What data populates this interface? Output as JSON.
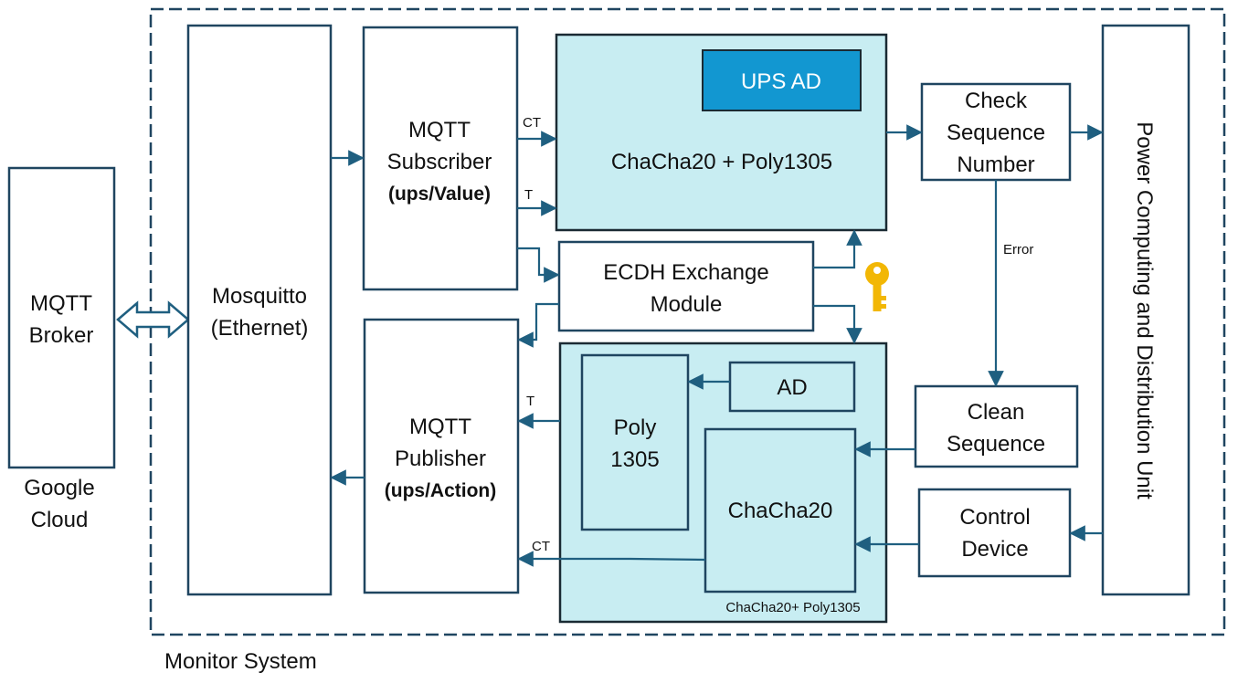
{
  "external": {
    "broker_line1": "MQTT",
    "broker_line2": "Broker",
    "cloud_line1": "Google",
    "cloud_line2": "Cloud"
  },
  "system": {
    "label": "Monitor System",
    "mosquitto_line1": "Mosquitto",
    "mosquitto_line2": "(Ethernet)",
    "subscriber_line1": "MQTT",
    "subscriber_line2": "Subscriber",
    "subscriber_topic": "(ups/Value)",
    "publisher_line1": "MQTT",
    "publisher_line2": "Publisher",
    "publisher_topic": "(ups/Action)",
    "ups_ad": "UPS AD",
    "decrypt_block": "ChaCha20 + Poly1305",
    "ecdh_line1": "ECDH Exchange",
    "ecdh_line2": "Module",
    "encrypt_caption": "ChaCha20+ Poly1305",
    "ad": "AD",
    "poly_line1": "Poly",
    "poly_line2": "1305",
    "chacha": "ChaCha20",
    "check_line1": "Check",
    "check_line2": "Sequence",
    "check_line3": "Number",
    "clean_line1": "Clean",
    "clean_line2": "Sequence",
    "control_line1": "Control",
    "control_line2": "Device",
    "pcdu": "Power Computing and Distribution Unit"
  },
  "edge_labels": {
    "ct_in": "CT",
    "t_in": "T",
    "error": "Error",
    "t_out": "T",
    "ct_out": "CT"
  },
  "colors": {
    "line": "#1f5f80",
    "box_fill": "#c8edf2",
    "ups_ad_fill": "#1297d1",
    "key": "#f2b705"
  }
}
